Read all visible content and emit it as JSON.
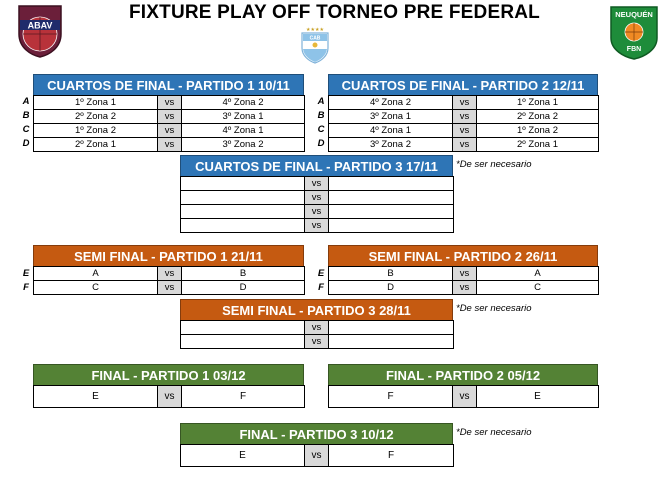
{
  "title": "FIXTURE PLAY OFF TORNEO PRE FEDERAL",
  "logos": {
    "left": "ABAV",
    "center": "CAB",
    "right_top": "NEUQUÉN",
    "right_bottom": "FBN"
  },
  "vs": "vs",
  "note": "*De ser necesario",
  "cuartos": {
    "p1": {
      "header": "CUARTOS DE FINAL - PARTIDO 1 10/11",
      "rows": [
        {
          "label": "A",
          "home": "1º Zona 1",
          "away": "4º Zona 2"
        },
        {
          "label": "B",
          "home": "2º Zona 2",
          "away": "3º Zona 1"
        },
        {
          "label": "C",
          "home": "1º Zona 2",
          "away": "4º Zona 1"
        },
        {
          "label": "D",
          "home": "2º Zona 1",
          "away": "3º Zona 2"
        }
      ]
    },
    "p2": {
      "header": "CUARTOS DE FINAL - PARTIDO 2 12/11",
      "rows": [
        {
          "label": "A",
          "home": "4º Zona 2",
          "away": "1º Zona 1"
        },
        {
          "label": "B",
          "home": "3º Zona 1",
          "away": "2º Zona 2"
        },
        {
          "label": "C",
          "home": "4º Zona 1",
          "away": "1º Zona 2"
        },
        {
          "label": "D",
          "home": "3º Zona 2",
          "away": "2º Zona 1"
        }
      ]
    },
    "p3": {
      "header": "CUARTOS DE FINAL - PARTIDO 3 17/11"
    }
  },
  "semi": {
    "p1": {
      "header": "SEMI FINAL - PARTIDO 1 21/11",
      "rows": [
        {
          "label": "E",
          "home": "A",
          "away": "B"
        },
        {
          "label": "F",
          "home": "C",
          "away": "D"
        }
      ]
    },
    "p2": {
      "header": "SEMI FINAL - PARTIDO 2 26/11",
      "rows": [
        {
          "label": "E",
          "home": "B",
          "away": "A"
        },
        {
          "label": "F",
          "home": "D",
          "away": "C"
        }
      ]
    },
    "p3": {
      "header": "SEMI FINAL - PARTIDO 3 28/11"
    }
  },
  "final": {
    "p1": {
      "header": "FINAL - PARTIDO 1 03/12",
      "home": "E",
      "away": "F"
    },
    "p2": {
      "header": "FINAL - PARTIDO 2 05/12",
      "home": "F",
      "away": "E"
    },
    "p3": {
      "header": "FINAL - PARTIDO 3 10/12",
      "home": "E",
      "away": "F"
    }
  }
}
